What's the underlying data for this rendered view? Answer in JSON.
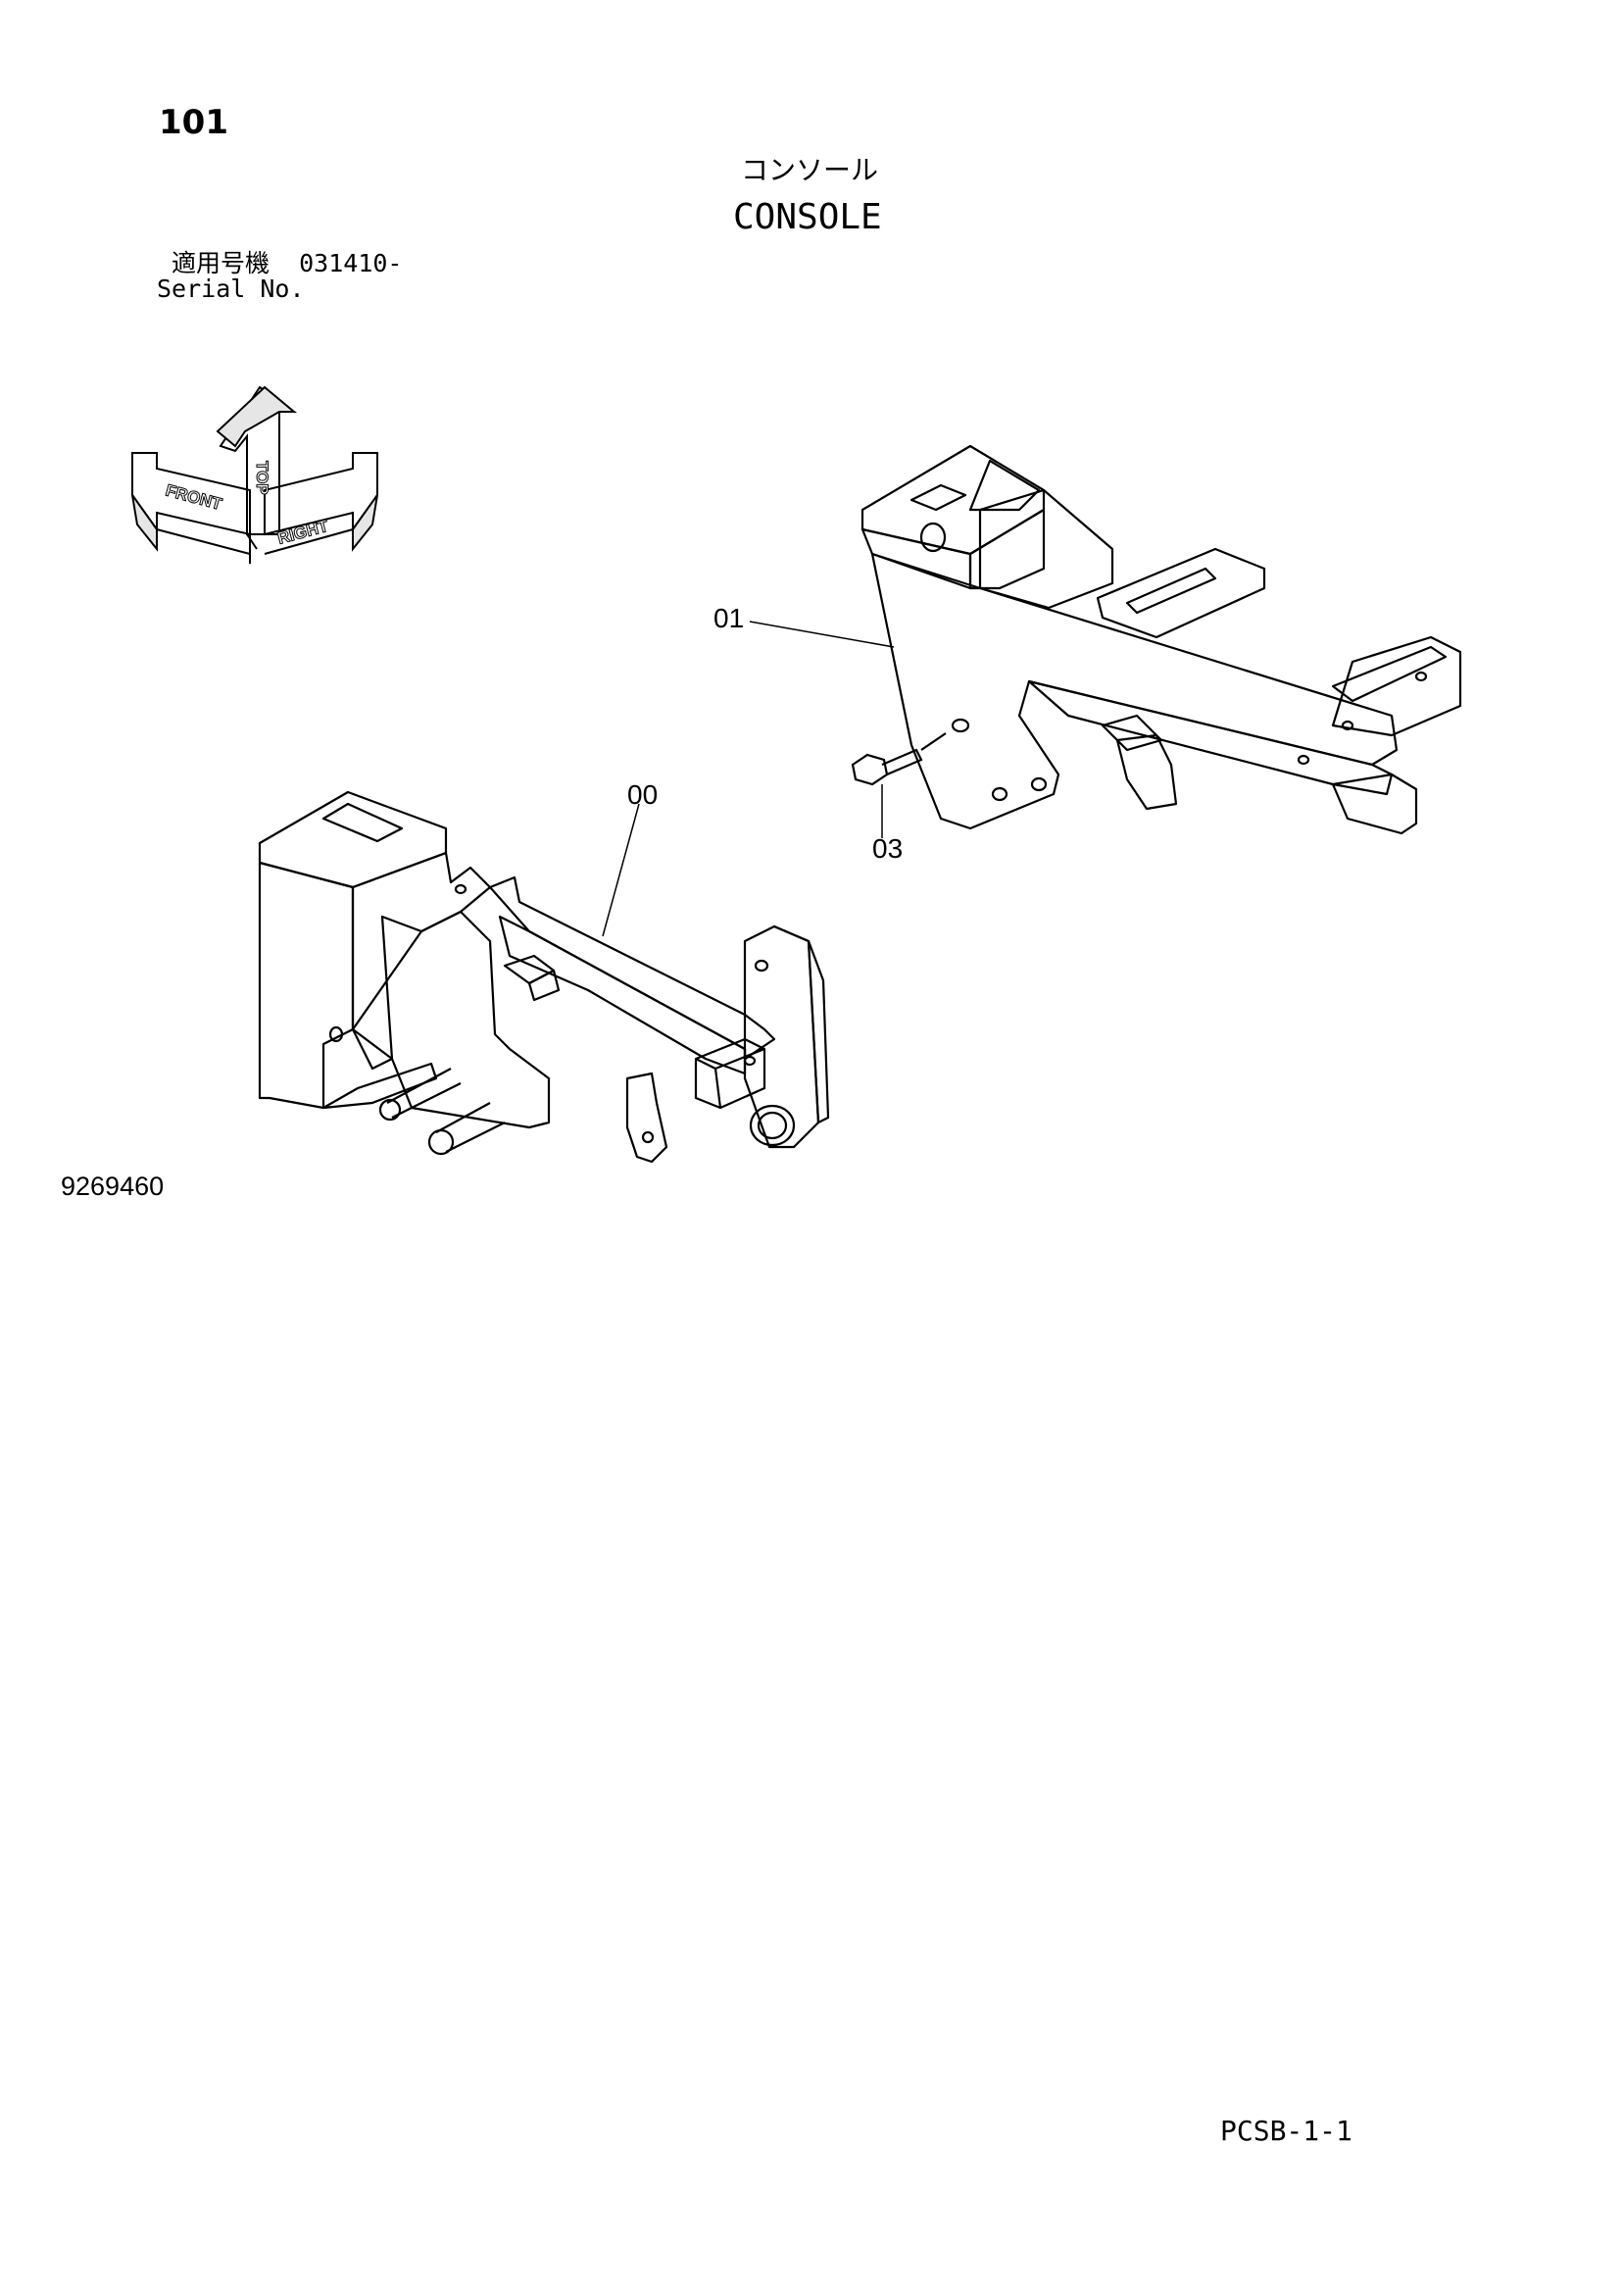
{
  "header": {
    "page_number": "101",
    "title_jp": "コンソール",
    "title_en": "CONSOLE",
    "serial_label_jp": "適用号機",
    "serial_value": "031410-",
    "serial_label_en": "Serial No."
  },
  "orientation": {
    "top": "TOP",
    "front": "FRONT",
    "right": "RIGHT"
  },
  "callouts": [
    {
      "id": "callout-00",
      "label": "00"
    },
    {
      "id": "callout-01",
      "label": "01"
    },
    {
      "id": "callout-03",
      "label": "03"
    }
  ],
  "footer": {
    "figure_number": "9269460",
    "sheet_id": "PCSB-1-1"
  }
}
